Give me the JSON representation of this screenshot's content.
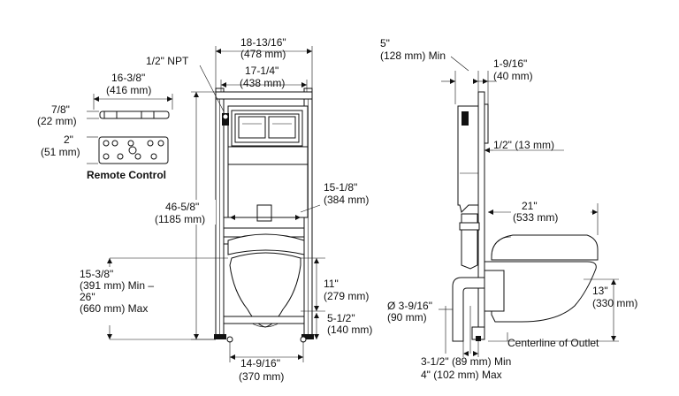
{
  "left_view": {
    "width_outer": "18-13/16\"",
    "width_outer_mm": "(478 mm)",
    "npt": "1/2\" NPT",
    "width_inner": "17-1/4\"",
    "width_inner_mm": "(438 mm)",
    "remote_width": "16-3/8\"",
    "remote_width_mm": "(416 mm)",
    "remote_depth": "7/8\"",
    "remote_depth_mm": "(22 mm)",
    "remote_height": "2\"",
    "remote_height_mm": "(51 mm)",
    "remote_label": "Remote Control",
    "height_total": "46-5/8\"",
    "height_total_mm": "(1185 mm)",
    "mount_width": "15-1/8\"",
    "mount_width_mm": "(384 mm)",
    "seat_min_l1": "15-3/8\"",
    "seat_min_l2": "(391 mm) Min –",
    "seat_max_l1": "26\"",
    "seat_max_l2": "(660 mm) Max",
    "bowl_height": "11\"",
    "bowl_height_mm": "(279 mm)",
    "bowl_low": "5-1/2\"",
    "bowl_low_mm": "(140 mm)",
    "foot_width": "14-9/16\"",
    "foot_width_mm": "(370 mm)"
  },
  "right_view": {
    "wall_min": "5\"",
    "wall_min_mm": "(128 mm) Min",
    "panel_depth": "1-9/16\"",
    "panel_depth_mm": "(40 mm)",
    "panel_offset": "1/2\" (13 mm)",
    "bowl_length": "21\"",
    "bowl_length_mm": "(533 mm)",
    "pipe_diameter": "Ø 3-9/16\"",
    "pipe_diameter_mm": "(90 mm)",
    "outlet_height": "13\"",
    "outlet_height_mm": "(330 mm)",
    "outlet_label": "Centerline of Outlet",
    "floor_min": "3-1/2\" (89 mm) Min",
    "floor_max": "4\" (102 mm) Max"
  }
}
